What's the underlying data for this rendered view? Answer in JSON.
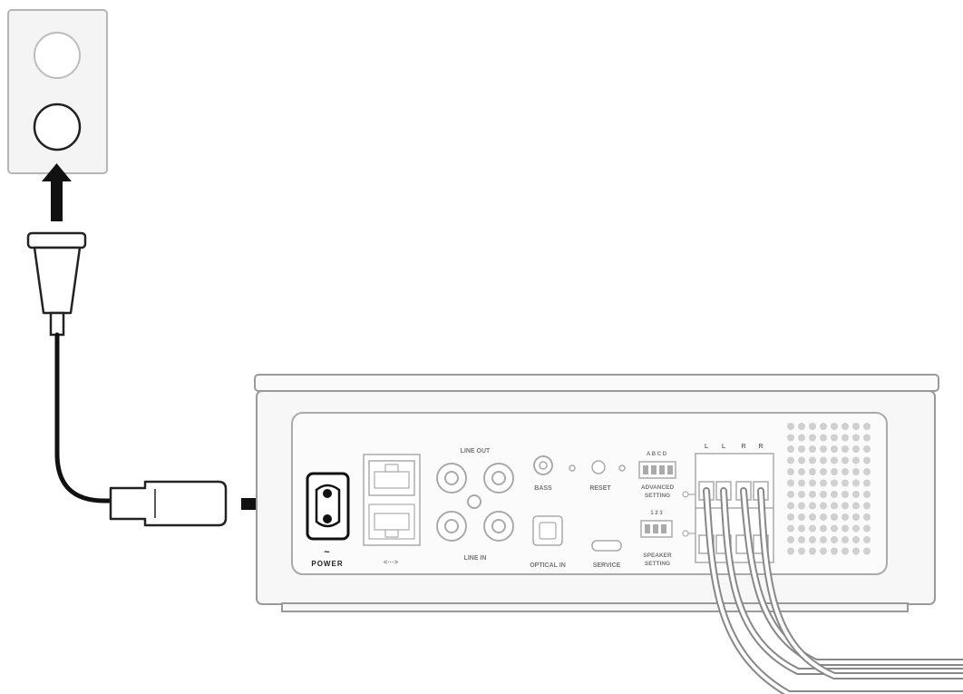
{
  "labels": {
    "line_out": "LINE OUT",
    "line_in": "LINE IN",
    "bass": "BASS",
    "reset": "RESET",
    "optical_in": "OPTICAL IN",
    "service": "SERVICE",
    "power": "POWER",
    "ethernet": "<···>",
    "advanced_setting_line1": "ADVANCED",
    "advanced_setting_line2": "SETTING",
    "speaker_setting_line1": "SPEAKER",
    "speaker_setting_line2": "SETTING",
    "dip_abcd": "A B C D",
    "dip_123": "1 2 3",
    "power_symbol": "~",
    "terminal_L": "L",
    "terminal_R": "R"
  },
  "colors": {
    "line": "#222222",
    "device_outline": "#9a9a9a",
    "device_fill": "#f7f7f7",
    "outlet_fill": "#f4f4f4",
    "grille": "#d0d0d0",
    "arrow": "#111111"
  },
  "icons": [
    "wall-outlet-icon",
    "power-plug-icon",
    "power-cord-icon",
    "iec-c7-connector-icon",
    "arrow-up-icon",
    "arrow-right-icon",
    "speaker-wire-icon"
  ]
}
